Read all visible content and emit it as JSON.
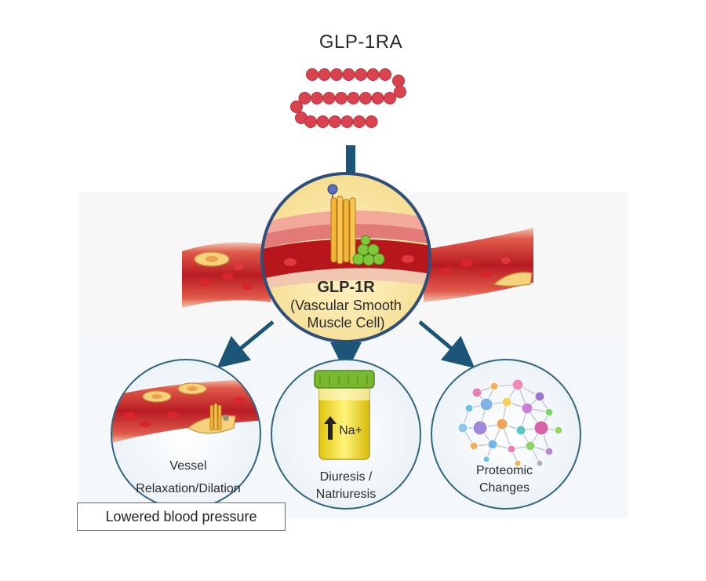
{
  "agonist": {
    "label": "GLP-1RA"
  },
  "receptor": {
    "line1": "GLP-1R",
    "line2": "(Vascular Smooth",
    "line3": "Muscle Cell)"
  },
  "effects": [
    {
      "line1": "Vessel",
      "line2": "Relaxation/Dilation"
    },
    {
      "line1": "Diuresis /",
      "line2": "Natriuresis",
      "badge": "Na+"
    },
    {
      "line1": "Proteomic",
      "line2": "Changes"
    }
  ],
  "outcome": {
    "label": "Lowered blood pressure"
  },
  "colors": {
    "arrow": "#1d5577",
    "peptide": "#d9424f",
    "circle_border": "#2f4f7a",
    "vessel": "#c9252a"
  }
}
